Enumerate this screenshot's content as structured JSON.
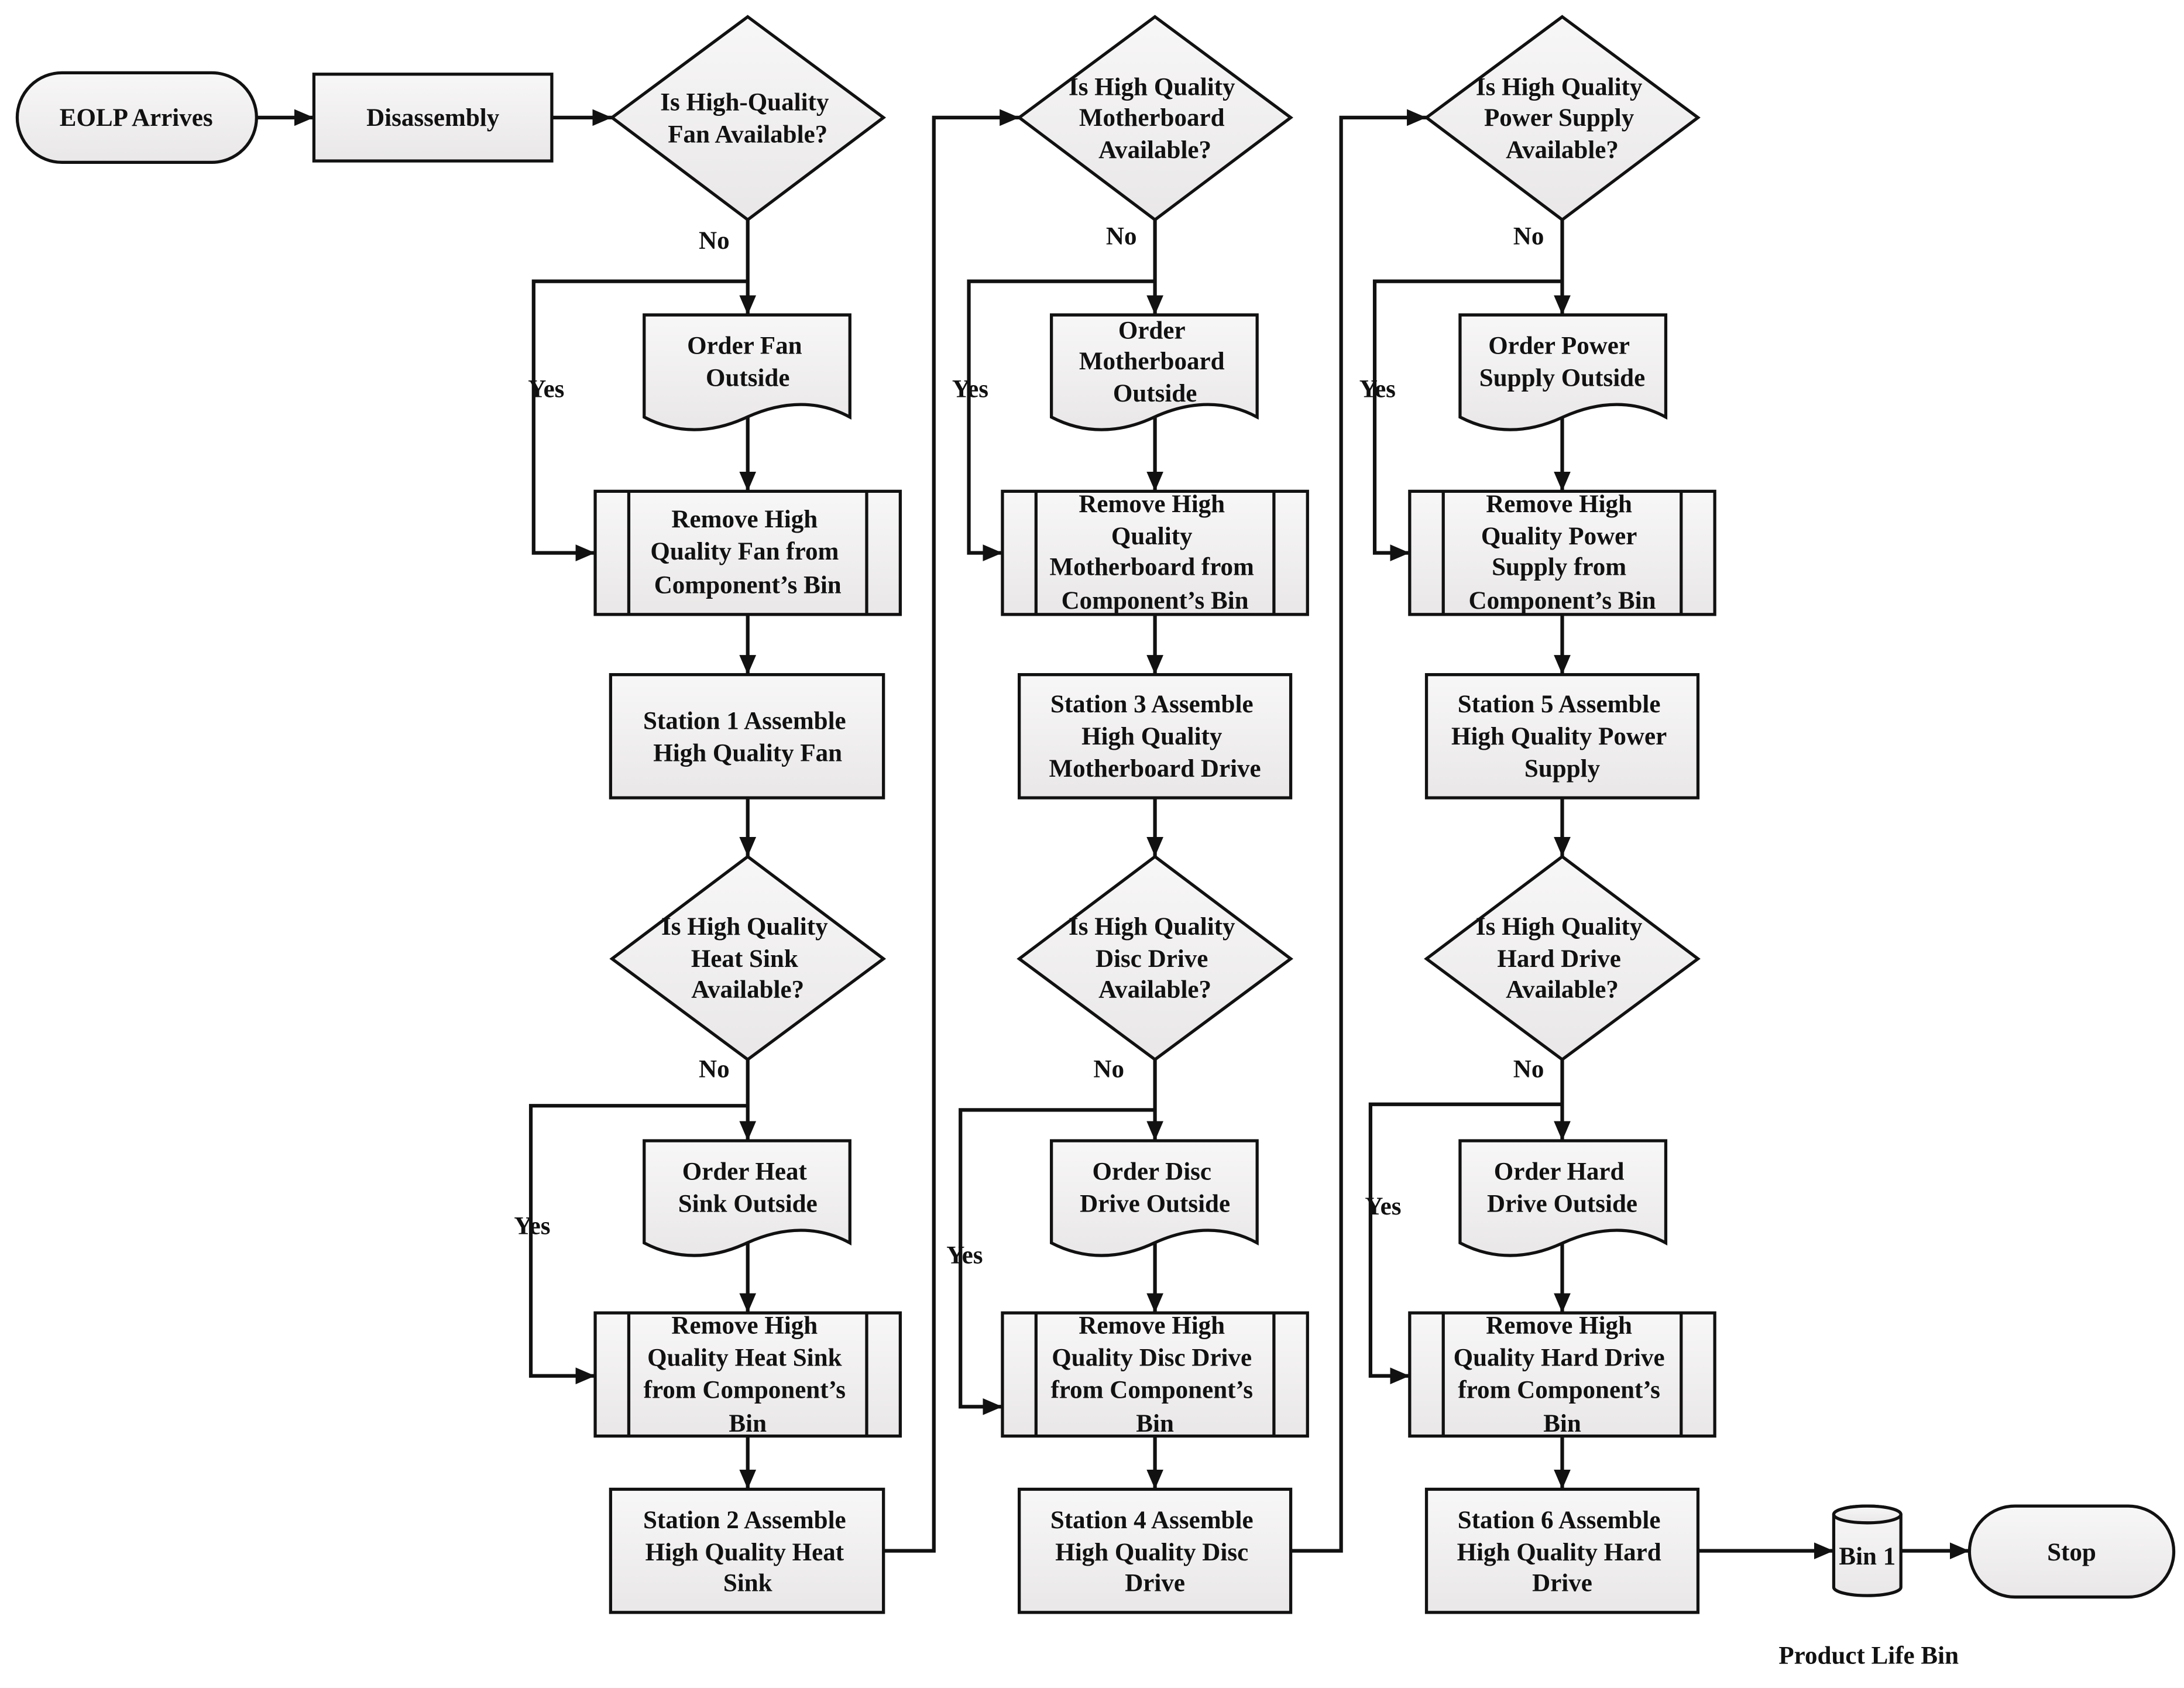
{
  "nodes": {
    "eolp": {
      "lines": [
        "EOLP Arrives"
      ]
    },
    "disassembly": {
      "lines": [
        "Disassembly"
      ]
    },
    "fan_q": {
      "lines": [
        "Is High-Quality",
        "Fan Available?"
      ]
    },
    "fan_order": {
      "lines": [
        "Order Fan",
        "Outside"
      ]
    },
    "fan_remove": {
      "lines": [
        "Remove High",
        "Quality Fan from",
        "Component’s Bin"
      ]
    },
    "fan_station": {
      "lines": [
        "Station 1 Assemble",
        "High Quality Fan"
      ]
    },
    "heatsink_q": {
      "lines": [
        "Is High Quality",
        "Heat Sink",
        "Available?"
      ]
    },
    "heatsink_order": {
      "lines": [
        "Order Heat",
        "Sink Outside"
      ]
    },
    "heatsink_remove": {
      "lines": [
        "Remove High",
        "Quality Heat Sink",
        "from Component’s",
        "Bin"
      ]
    },
    "heatsink_station": {
      "lines": [
        "Station 2 Assemble",
        "High Quality Heat",
        "Sink"
      ]
    },
    "mb_q": {
      "lines": [
        "Is High Quality",
        "Motherboard",
        "Available?"
      ]
    },
    "mb_order": {
      "lines": [
        "Order",
        "Motherboard",
        "Outside"
      ]
    },
    "mb_remove": {
      "lines": [
        "Remove High",
        "Quality",
        "Motherboard from",
        "Component’s Bin"
      ]
    },
    "mb_station": {
      "lines": [
        "Station 3 Assemble",
        "High Quality",
        "Motherboard Drive"
      ]
    },
    "disc_q": {
      "lines": [
        "Is High Quality",
        "Disc Drive",
        "Available?"
      ]
    },
    "disc_order": {
      "lines": [
        "Order Disc",
        "Drive Outside"
      ]
    },
    "disc_remove": {
      "lines": [
        "Remove High",
        "Quality Disc Drive",
        "from Component’s",
        "Bin"
      ]
    },
    "disc_station": {
      "lines": [
        "Station 4 Assemble",
        "High Quality Disc",
        "Drive"
      ]
    },
    "psu_q": {
      "lines": [
        "Is High Quality",
        "Power Supply",
        "Available?"
      ]
    },
    "psu_order": {
      "lines": [
        "Order Power",
        "Supply Outside"
      ]
    },
    "psu_remove": {
      "lines": [
        "Remove High",
        "Quality Power",
        "Supply from",
        "Component’s Bin"
      ]
    },
    "psu_station": {
      "lines": [
        "Station 5 Assemble",
        "High Quality Power",
        "Supply"
      ]
    },
    "hd_q": {
      "lines": [
        "Is High Quality",
        "Hard Drive",
        "Available?"
      ]
    },
    "hd_order": {
      "lines": [
        "Order Hard",
        "Drive Outside"
      ]
    },
    "hd_remove": {
      "lines": [
        "Remove High",
        "Quality Hard Drive",
        "from Component’s",
        "Bin"
      ]
    },
    "hd_station": {
      "lines": [
        "Station 6 Assemble",
        "High Quality Hard",
        "Drive"
      ]
    },
    "bin": {
      "lines": [
        "Bin 1"
      ]
    },
    "stop": {
      "lines": [
        "Stop"
      ]
    }
  },
  "edge_labels": {
    "no": "No",
    "yes": "Yes"
  },
  "caption": "Product Life Bin",
  "colors": {
    "stroke": "#111111",
    "fill_top": "#f8f7f7",
    "fill_bottom": "#e9e7e7"
  }
}
